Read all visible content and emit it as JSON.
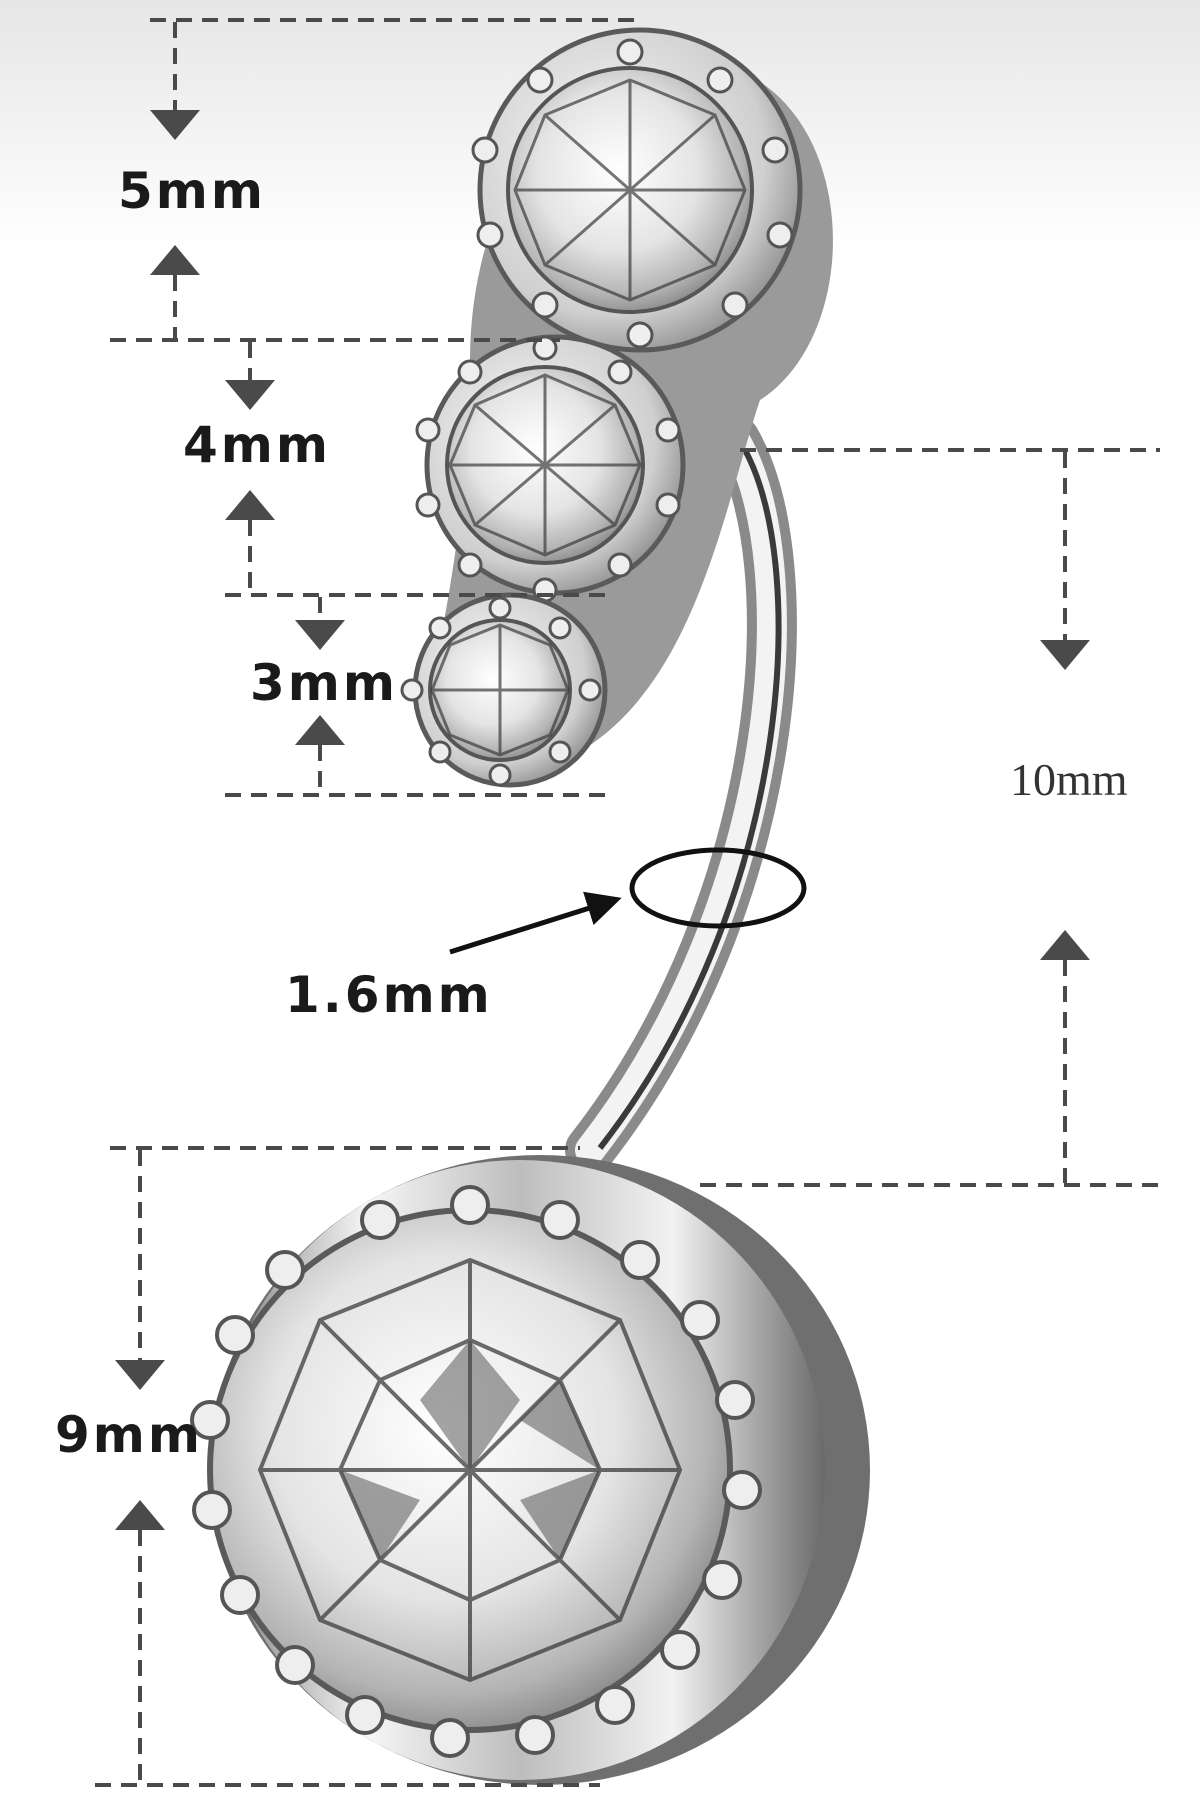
{
  "dimensions": {
    "top_gem_height": "5mm",
    "middle_gem_height": "4mm",
    "small_gem_height": "3mm",
    "bar_thickness": "1.6mm",
    "bar_length": "10mm",
    "bottom_gem_height": "9mm"
  },
  "colors": {
    "dimension_line": "#4a4a4a",
    "label_text": "#1a1a1a",
    "metal_light": "#f4f4f4",
    "metal_dark": "#6e6e6e",
    "gem_facet_dark": "#3c3c3c",
    "background_top": "#e9e9e9",
    "background": "#ffffff"
  },
  "icons": [
    "dimension-arrow-down-icon",
    "dimension-arrow-up-icon",
    "pointer-arrow-icon"
  ]
}
